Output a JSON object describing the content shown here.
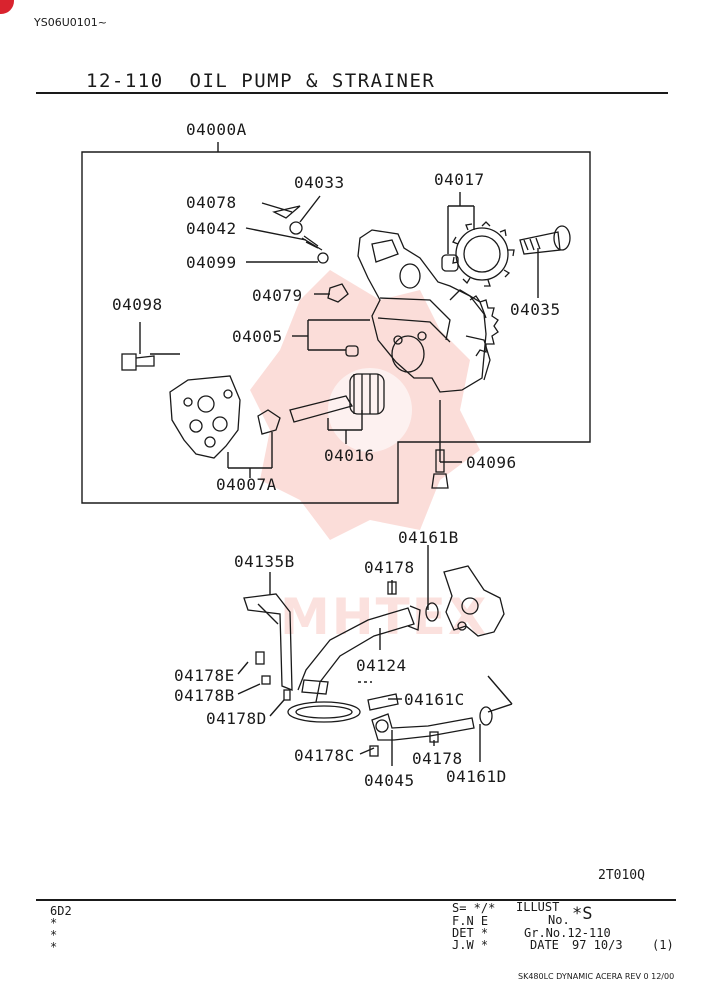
{
  "header": {
    "doc_code": "YS06U0101~",
    "section_title": "12-110  OIL PUMP & STRAINER"
  },
  "diagram": {
    "assembly_label": "04000A",
    "parts": {
      "p04033": "04033",
      "p04078": "04078",
      "p04042": "04042",
      "p04099": "04099",
      "p04017": "04017",
      "p04035": "04035",
      "p04079": "04079",
      "p04098": "04098",
      "p04005": "04005",
      "p04016": "04016",
      "p04096": "04096",
      "p04007A": "04007A",
      "p04161B": "04161B",
      "p04135B": "04135B",
      "p04178_top": "04178",
      "p04124": "04124",
      "p04178E": "04178E",
      "p04178B": "04178B",
      "p04178D": "04178D",
      "p04161C": "04161C",
      "p04178C": "04178C",
      "p04178_bot": "04178",
      "p04045": "04045",
      "p04161D": "04161D"
    },
    "illustration_code": "2T010Q",
    "watermark": "MHTEX"
  },
  "footer": {
    "engine": "6D2",
    "stars": [
      "*",
      "*",
      "*"
    ],
    "s_field": "S= */*",
    "illust_label": "ILLUST",
    "fne_label": "F.N E",
    "no_label": "No.",
    "no_value": "*S",
    "det_label": "DET *",
    "gr_no": "Gr.No.12-110",
    "jw_label": "J.W *",
    "date_label": "DATE",
    "date_value": "97 10/3",
    "page": "(1)",
    "model": "SK480LC DYNAMIC ACERA REV 0 12/00"
  },
  "colors": {
    "ink": "#1a1a1a",
    "watermark": "#e8402a",
    "corner_badge": "#d9232e"
  }
}
